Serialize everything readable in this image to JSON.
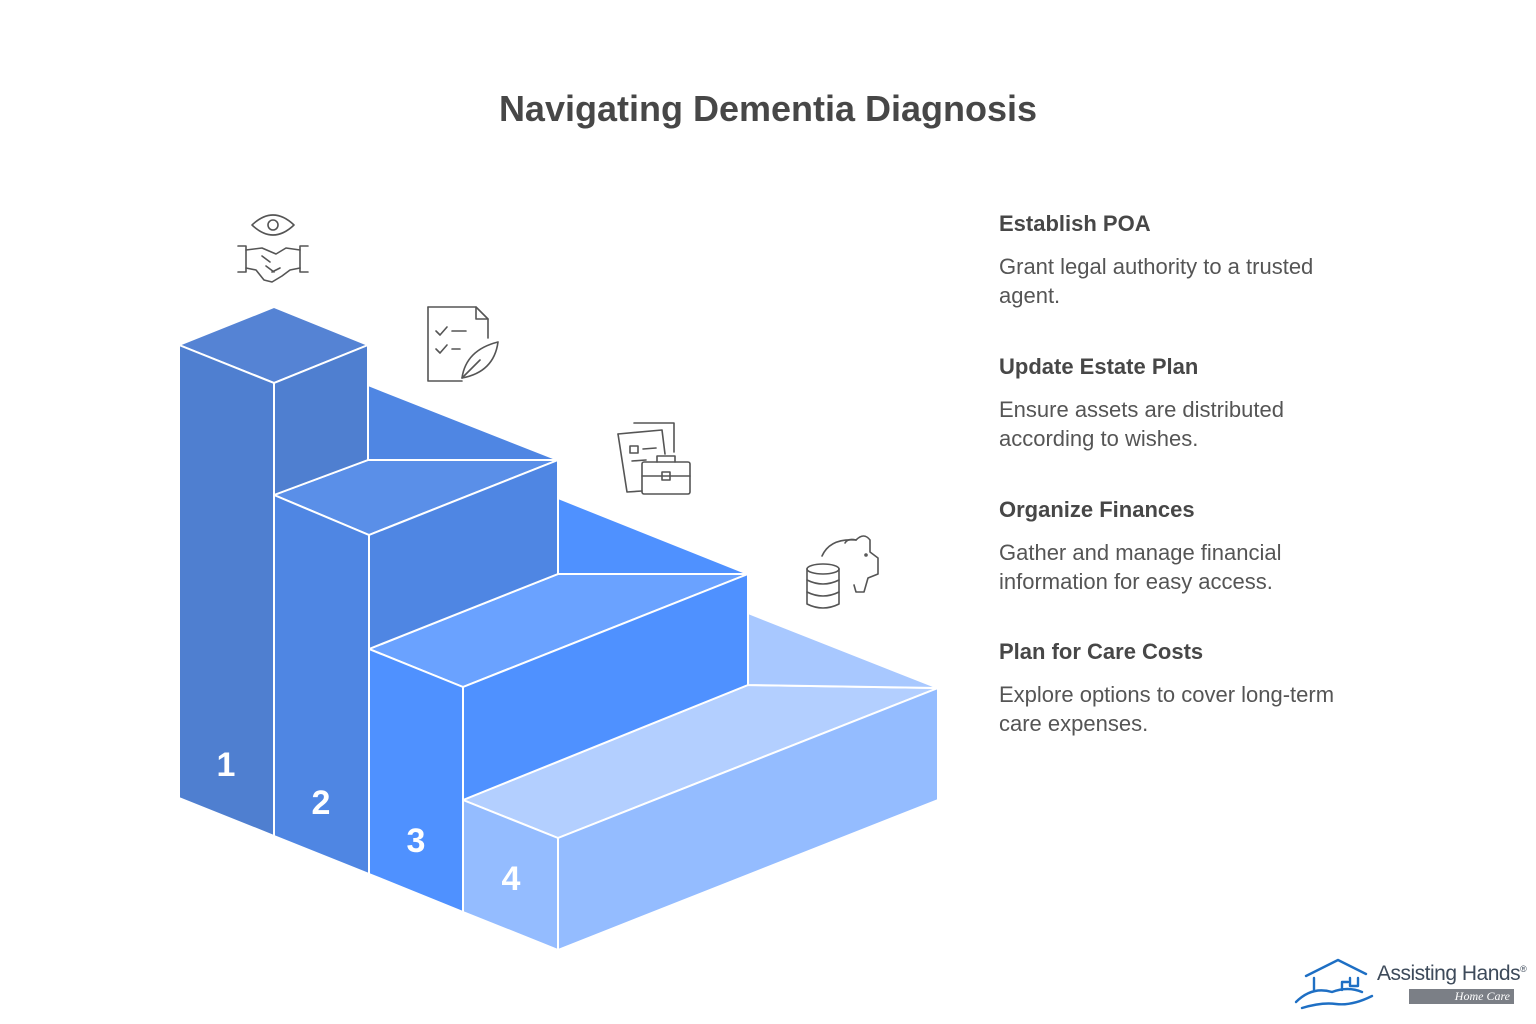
{
  "title": "Navigating Dementia Diagnosis",
  "colors": {
    "step1": "#4f7fd0",
    "step2": "#4f86e3",
    "step3": "#4f91ff",
    "step4": "#94bcff",
    "edge": "#ffffff",
    "text": "#474747"
  },
  "steps": [
    {
      "number": "1",
      "title": "Establish POA",
      "description": "Grant legal authority to a trusted agent.",
      "icon": "handshake-eye-icon"
    },
    {
      "number": "2",
      "title": "Update Estate Plan",
      "description": "Ensure assets are distributed according to wishes.",
      "icon": "document-leaf-checklist-icon"
    },
    {
      "number": "3",
      "title": "Organize Finances",
      "description": "Gather and manage financial information for easy access.",
      "icon": "documents-briefcase-icon"
    },
    {
      "number": "4",
      "title": "Plan for Care Costs",
      "description": "Explore options to cover long-term care expenses.",
      "icon": "piggy-bank-coins-icon"
    }
  ],
  "logo": {
    "name": "Assisting Hands",
    "trademark": "®",
    "subtitle": "Home Care"
  }
}
